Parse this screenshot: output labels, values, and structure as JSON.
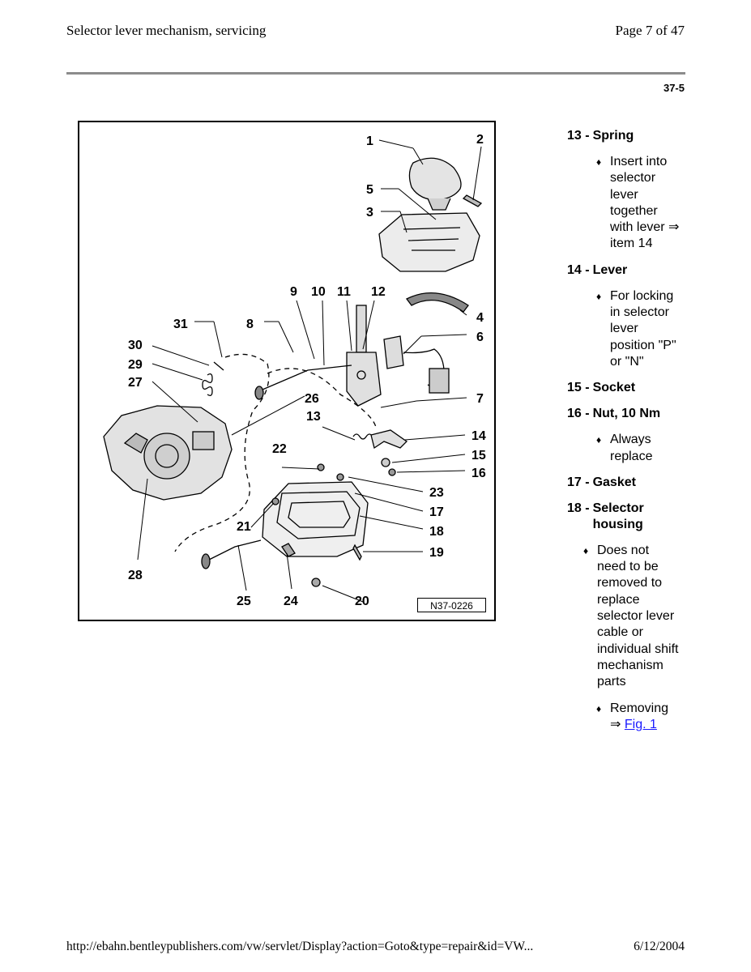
{
  "header": {
    "title": "Selector lever mechanism, servicing",
    "page": "Page 7 of 47",
    "section": "37-5"
  },
  "figure": {
    "id": "N37-0226",
    "callouts": [
      "1",
      "2",
      "3",
      "4",
      "5",
      "6",
      "7",
      "8",
      "9",
      "10",
      "11",
      "12",
      "13",
      "14",
      "15",
      "16",
      "17",
      "18",
      "19",
      "20",
      "21",
      "22",
      "23",
      "24",
      "25",
      "26",
      "27",
      "28",
      "29",
      "30",
      "31"
    ]
  },
  "parts": {
    "p13": {
      "num": "13 -",
      "name": "Spring",
      "bullet1": "Insert into selector lever together with lever",
      "arrow": "⇒",
      "item_ref": "item 14"
    },
    "p14": {
      "num": "14 -",
      "name": "Lever",
      "bullet1": "For locking in selector lever position \"P\" or \"N\""
    },
    "p15": {
      "num": "15 -",
      "name": "Socket"
    },
    "p16": {
      "num": "16 -",
      "name": "Nut, 10 Nm",
      "bullet1": "Always replace"
    },
    "p17": {
      "num": "17 -",
      "name": "Gasket"
    },
    "p18": {
      "num": "18 -",
      "name": "Selector housing",
      "bullet1": "Does not need to be removed to replace selector lever cable or individual shift mechanism parts",
      "bullet2": "Removing",
      "arrow": "⇒",
      "link": "Fig. 1"
    }
  },
  "footer": {
    "url": "http://ebahn.bentleypublishers.com/vw/servlet/Display?action=Goto&type=repair&id=VW...",
    "date": "6/12/2004"
  },
  "colors": {
    "rule": "#8c8c8c",
    "link": "#1a1aff"
  }
}
